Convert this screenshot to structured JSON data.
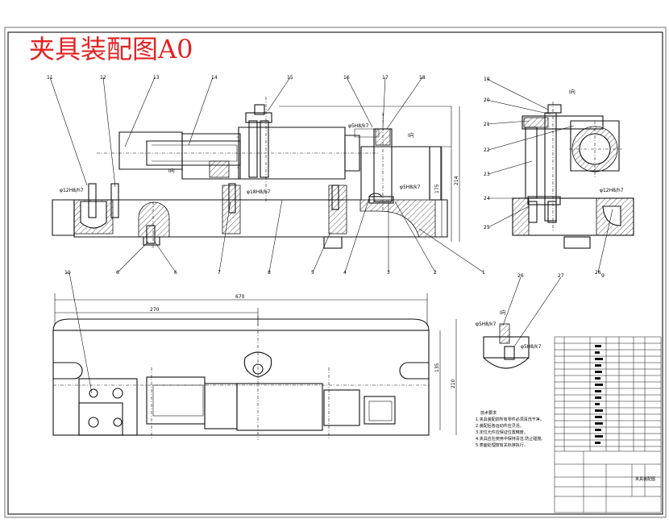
{
  "title": "夹具装配图A0",
  "balloons": {
    "top": [
      "11",
      "12",
      "13",
      "14",
      "15",
      "16",
      "17",
      "18"
    ],
    "bottom": [
      "6",
      "6",
      "7",
      "8",
      "5",
      "4",
      "3",
      "2",
      "1"
    ],
    "left_view": [
      "19",
      "20",
      "21",
      "22",
      "23",
      "24",
      "25",
      "26"
    ],
    "detail": [
      "26",
      "27"
    ],
    "left_misc": [
      "10",
      "9"
    ]
  },
  "dimensions": {
    "overall_length": "670",
    "partial_length": "270",
    "width": "135",
    "height_small": "175",
    "height_large": "214",
    "side_height": "210"
  },
  "fit_labels": [
    "φ12H8/h7",
    "φ18H8/h7",
    "φ5H8/k7",
    "φ5H8/k7",
    "φ12H8/h7",
    "φ5H8/k7",
    "φ5H8/k7"
  ],
  "view_labels": [
    "I向",
    "I向",
    "I向",
    "I向"
  ],
  "notes": {
    "heading": "技术要求",
    "lines": [
      "1.夹具装配前所有零件必须清洗干净。",
      "2.装配后各运动件应灵活。",
      "3.定位元件应保证位置精度。",
      "4.夹具应在使用中保持清洁,防止碰撞。",
      "5.表面处理按有关标准执行。"
    ]
  },
  "title_block": {
    "title_cell": "夹具装配图"
  },
  "colors": {
    "title": "#e32222",
    "line": "#111111"
  }
}
